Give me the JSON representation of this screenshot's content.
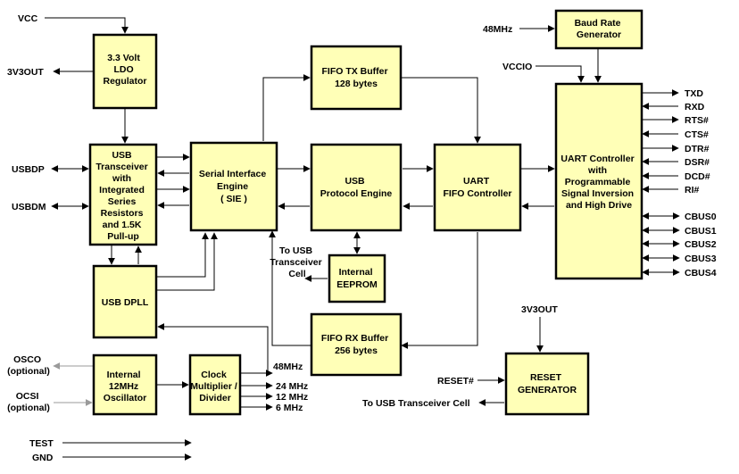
{
  "blocks": {
    "ldo": [
      "3.3 Volt",
      "LDO",
      "Regulator"
    ],
    "usb_transceiver": [
      "USB",
      "Transceiver",
      "with",
      "Integrated",
      "Series",
      "Resistors",
      "and 1.5K",
      "Pull-up"
    ],
    "sie": [
      "Serial Interface",
      "Engine",
      "( SIE )"
    ],
    "fifo_tx": [
      "FIFO TX Buffer",
      "128 bytes"
    ],
    "usb_protocol": [
      "USB",
      "Protocol Engine"
    ],
    "uart_fifo": [
      "UART",
      "FIFO Controller"
    ],
    "baud_rate": [
      "Baud Rate",
      "Generator"
    ],
    "uart_controller": [
      "UART Controller",
      "with",
      "Programmable",
      "Signal Inversion",
      "and High Drive"
    ],
    "usb_dpll": [
      "USB DPLL"
    ],
    "eeprom": [
      "Internal",
      "EEPROM"
    ],
    "fifo_rx": [
      "FIFO RX Buffer",
      "256 bytes"
    ],
    "oscillator": [
      "Internal",
      "12MHz",
      "Oscillator"
    ],
    "clock": [
      "Clock",
      "Multiplier /",
      "Divider"
    ],
    "reset": [
      "RESET",
      "GENERATOR"
    ]
  },
  "labels": {
    "vcc": "VCC",
    "v3out_left": "3V3OUT",
    "usbdp": "USBDP",
    "usbdm": "USBDM",
    "mhz48_top": "48MHz",
    "vccio": "VCCIO",
    "to_usb_cell": [
      "To USB",
      "Transceiver",
      "Cell"
    ],
    "osco": [
      "OSCO",
      "(optional)"
    ],
    "ocsi": [
      "OCSI",
      "(optional)"
    ],
    "clk_48": "48MHz",
    "clk_24": "24 MHz",
    "clk_12": "12 MHz",
    "clk_6": "6 MHz",
    "v3out_reset": "3V3OUT",
    "reset_pin": "RESET#",
    "to_usb_cell_bottom": "To USB Transceiver Cell",
    "test": "TEST",
    "gnd": "GND"
  },
  "uart_signals": [
    "TXD",
    "RXD",
    "RTS#",
    "CTS#",
    "DTR#",
    "DSR#",
    "DCD#",
    "RI#"
  ],
  "cbus_signals": [
    "CBUS0",
    "CBUS1",
    "CBUS2",
    "CBUS3",
    "CBUS4"
  ]
}
